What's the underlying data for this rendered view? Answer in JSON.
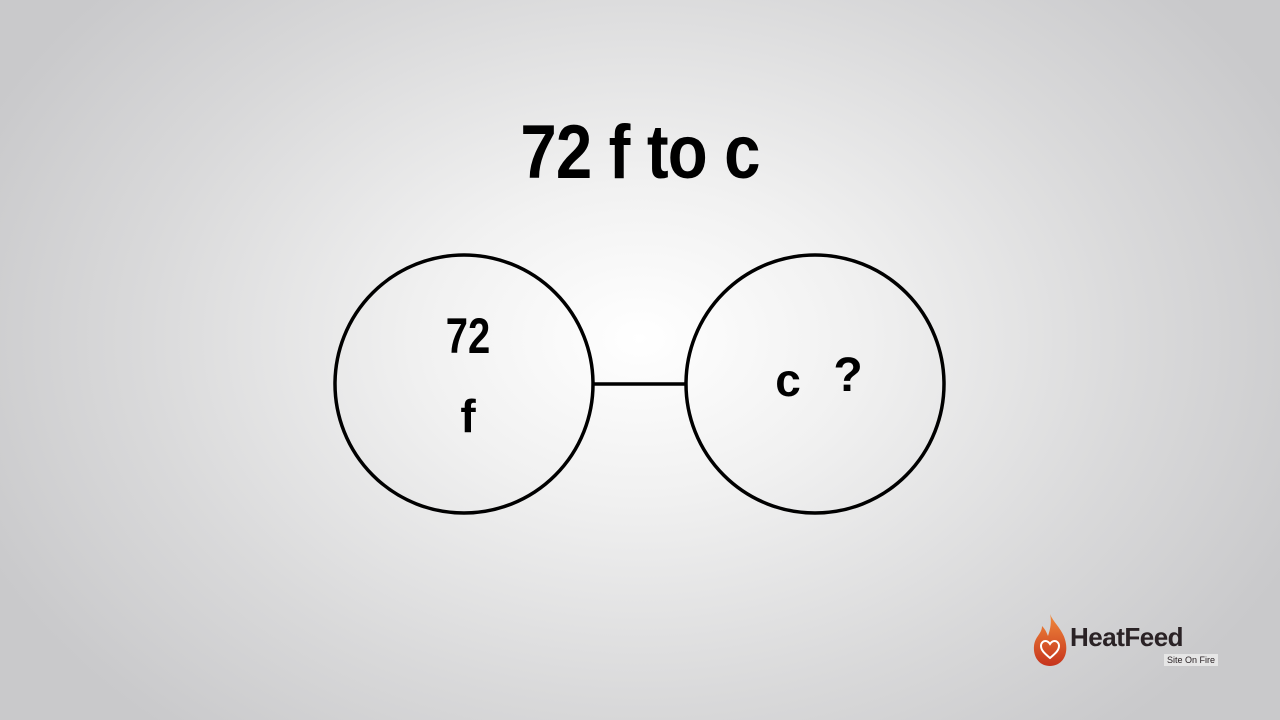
{
  "title": "72 f to c",
  "from": {
    "value": "72",
    "unit": "f"
  },
  "to": {
    "unit": "c",
    "value": "?"
  },
  "logo": {
    "name": "HeatFeed",
    "tagline": "Site On Fire"
  },
  "colors": {
    "text": "#000000",
    "flame_dark": "#c6331c",
    "flame_light": "#f08a3c",
    "logo_text": "#2a2225"
  },
  "icons": [
    "flame-heart-icon"
  ]
}
